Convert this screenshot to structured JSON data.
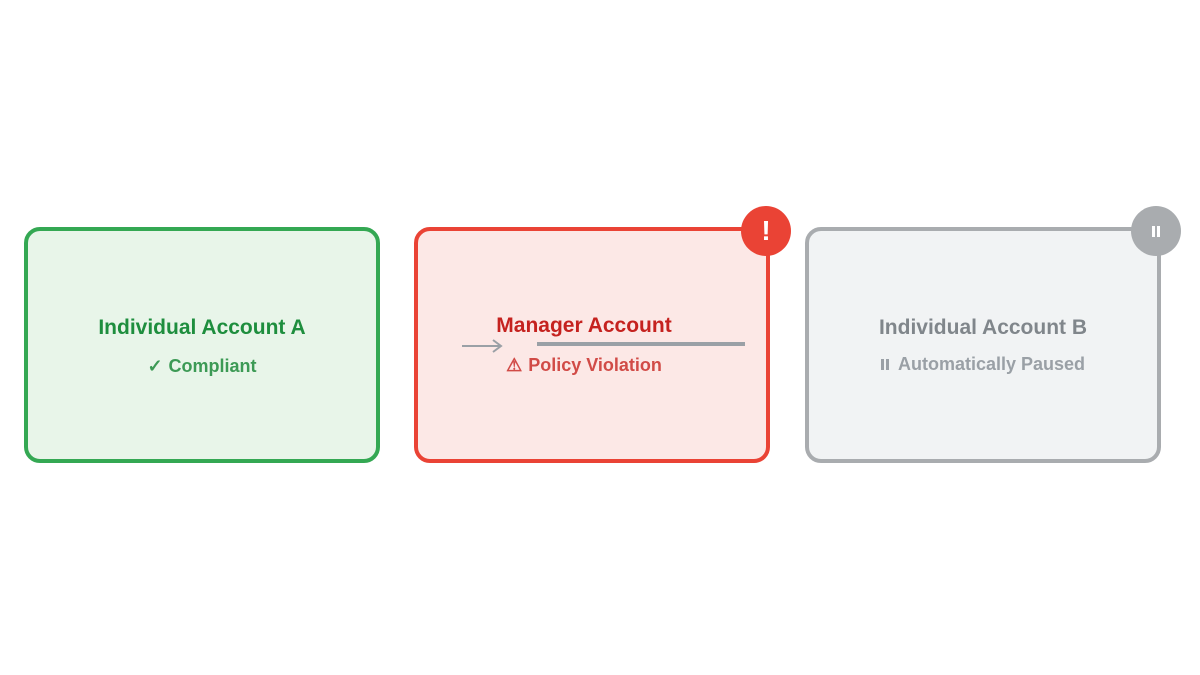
{
  "cards": [
    {
      "id": "individual-a",
      "title": "Individual Account A",
      "status_icon": "checkmark-icon",
      "status_glyph": "✓",
      "status": "Compliant",
      "colors": {
        "border": "#34a853",
        "background": "#e8f5e9",
        "title": "#1e8e3e",
        "status": "#3c9a55"
      }
    },
    {
      "id": "manager",
      "title": "Manager Account",
      "status_icon": "warning-triangle-icon",
      "status_glyph": "⚠",
      "status": "Policy Violation",
      "badge": {
        "icon": "exclamation-icon",
        "glyph": "!"
      },
      "colors": {
        "border": "#ea4335",
        "background": "#fce8e6",
        "title": "#c5221f",
        "status": "#d14b47"
      }
    },
    {
      "id": "individual-b",
      "title": "Individual Account B",
      "status_icon": "pause-icon",
      "status": "Automatically Paused",
      "badge": {
        "icon": "pause-icon"
      },
      "colors": {
        "border": "#a9acaf",
        "background": "#f1f3f4",
        "title": "#80868b",
        "status": "#9aa0a6"
      }
    }
  ],
  "connectors": {
    "arrow_icon": "right-arrow-icon",
    "line_color": "#9aa0a6"
  }
}
